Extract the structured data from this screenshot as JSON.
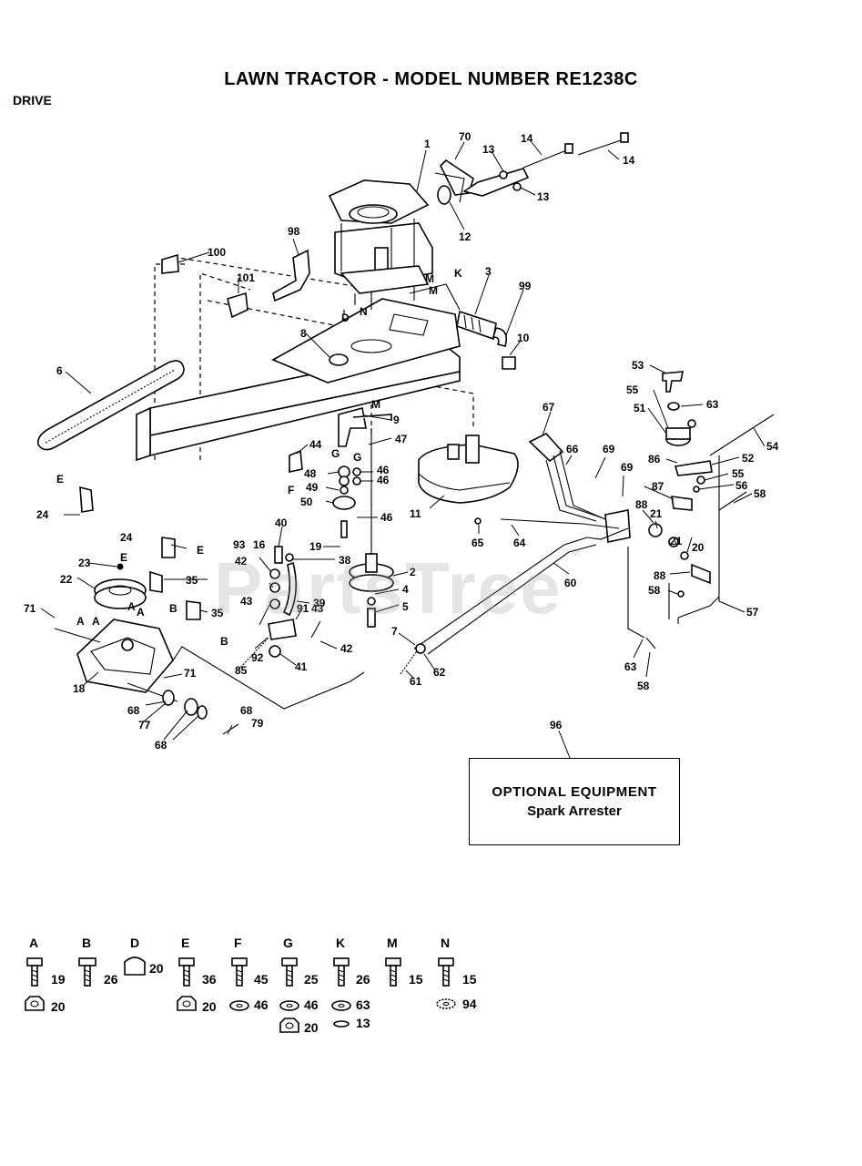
{
  "title": "LAWN TRACTOR - MODEL NUMBER RE1238C",
  "section": "DRIVE",
  "watermark": "PartsTree",
  "watermark_tm": "TM",
  "optional_box": {
    "callout": "96",
    "title": "OPTIONAL EQUIPMENT",
    "subtitle": "Spark Arrester"
  },
  "callouts": [
    "1",
    "70",
    "13",
    "14",
    "14",
    "13",
    "12",
    "98",
    "100",
    "101",
    "K",
    "M",
    "M",
    "3",
    "99",
    "10",
    "N",
    "D",
    "8",
    "6",
    "M",
    "9",
    "47",
    "G",
    "G",
    "44",
    "48",
    "46",
    "46",
    "49",
    "50",
    "46",
    "F",
    "11",
    "19",
    "38",
    "2",
    "4",
    "5",
    "40",
    "93",
    "16",
    "42",
    "39",
    "43",
    "91",
    "43",
    "42",
    "92",
    "85",
    "41",
    "7",
    "62",
    "61",
    "E",
    "24",
    "24",
    "E",
    "35",
    "E",
    "35",
    "B",
    "B",
    "23",
    "22",
    "71",
    "A",
    "A",
    "A",
    "A",
    "18",
    "71",
    "68",
    "77",
    "68",
    "68",
    "79",
    "67",
    "66",
    "69",
    "69",
    "65",
    "64",
    "60",
    "88",
    "21",
    "21",
    "20",
    "88",
    "58",
    "57",
    "63",
    "58",
    "53",
    "63",
    "55",
    "51",
    "86",
    "52",
    "54",
    "55",
    "56",
    "87",
    "58",
    "A",
    "B",
    "D",
    "E",
    "F",
    "G",
    "K",
    "M",
    "N"
  ],
  "fastener_key": [
    {
      "letter": "A",
      "items": [
        {
          "part": "19",
          "icon": "bolt-icon"
        },
        {
          "part": "20",
          "icon": "nut-icon"
        }
      ]
    },
    {
      "letter": "B",
      "items": [
        {
          "part": "26",
          "icon": "bolt-icon"
        }
      ]
    },
    {
      "letter": "D",
      "items": [
        {
          "part": "20",
          "icon": "cap-nut-icon"
        }
      ]
    },
    {
      "letter": "E",
      "items": [
        {
          "part": "36",
          "icon": "bolt-icon"
        },
        {
          "part": "20",
          "icon": "nut-icon"
        }
      ]
    },
    {
      "letter": "F",
      "items": [
        {
          "part": "45",
          "icon": "bolt-icon"
        },
        {
          "part": "46",
          "icon": "washer-icon"
        }
      ]
    },
    {
      "letter": "G",
      "items": [
        {
          "part": "25",
          "icon": "bolt-icon"
        },
        {
          "part": "46",
          "icon": "washer-icon"
        },
        {
          "part": "20",
          "icon": "nut-icon"
        }
      ]
    },
    {
      "letter": "K",
      "items": [
        {
          "part": "26",
          "icon": "bolt-icon"
        },
        {
          "part": "63",
          "icon": "washer-icon"
        },
        {
          "part": "13",
          "icon": "lock-washer-icon"
        }
      ]
    },
    {
      "letter": "M",
      "items": [
        {
          "part": "15",
          "icon": "bolt-icon"
        }
      ]
    },
    {
      "letter": "N",
      "items": [
        {
          "part": "15",
          "icon": "bolt-icon"
        },
        {
          "part": "94",
          "icon": "star-washer-icon"
        }
      ]
    }
  ]
}
